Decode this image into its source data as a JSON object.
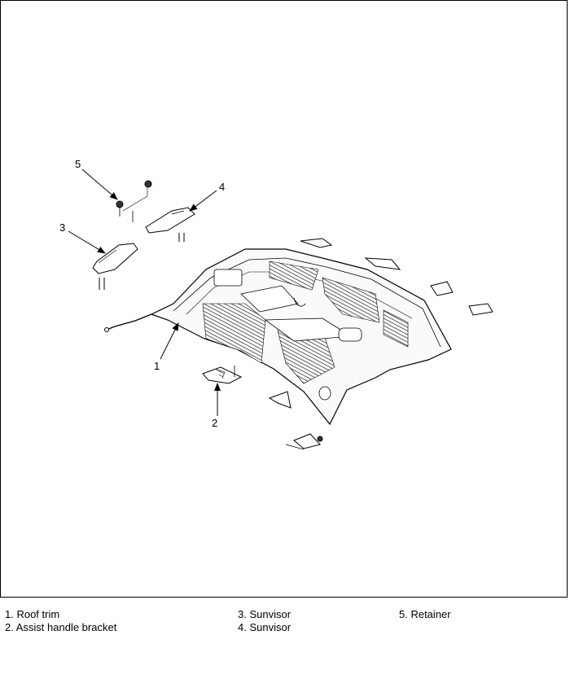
{
  "diagram": {
    "callouts": [
      "1",
      "2",
      "3",
      "4",
      "5"
    ]
  },
  "legend": {
    "items": [
      "1. Roof trim",
      "2. Assist handle bracket",
      "3. Sunvisor",
      "4. Sunvisor",
      "5. Retainer"
    ]
  },
  "colors": {
    "line": "#000000",
    "part_fill": "#ffffff",
    "rib_shade": "#555555"
  }
}
